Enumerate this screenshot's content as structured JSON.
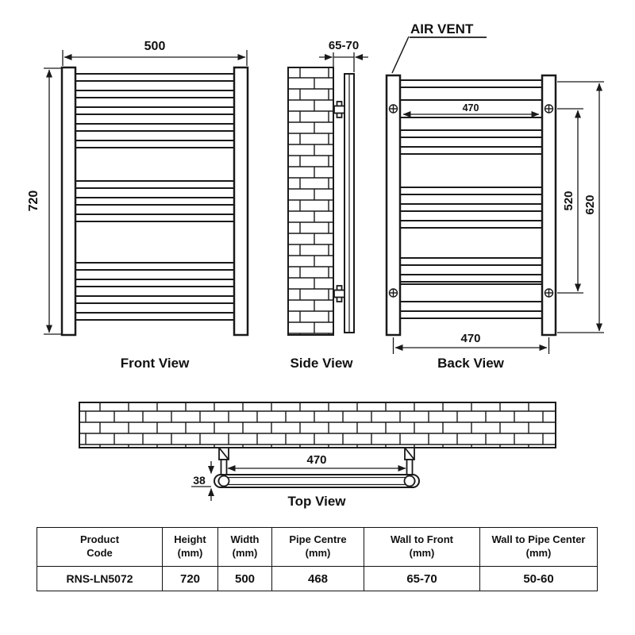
{
  "labels": {
    "air_vent": "AIR VENT",
    "front_view": "Front View",
    "side_view": "Side View",
    "back_view": "Back View",
    "top_view": "Top View"
  },
  "dims": {
    "front_width": "500",
    "front_height": "720",
    "wall_to_front": "65-70",
    "back_bracket_span": "470",
    "back_screw_span": "520",
    "back_outer_span": "620",
    "back_bottom_span": "470",
    "top_pipe_centre": "470",
    "top_rail_depth": "38"
  },
  "table": {
    "headers": [
      {
        "line1": "Product",
        "line2": "Code"
      },
      {
        "line1": "Height",
        "line2": "(mm)"
      },
      {
        "line1": "Width",
        "line2": "(mm)"
      },
      {
        "line1": "Pipe Centre",
        "line2": "(mm)"
      },
      {
        "line1": "Wall to Front",
        "line2": "(mm)"
      },
      {
        "line1": "Wall to Pipe Center",
        "line2": "(mm)"
      }
    ],
    "row": [
      "RNS-LN5072",
      "720",
      "500",
      "468",
      "65-70",
      "50-60"
    ]
  }
}
